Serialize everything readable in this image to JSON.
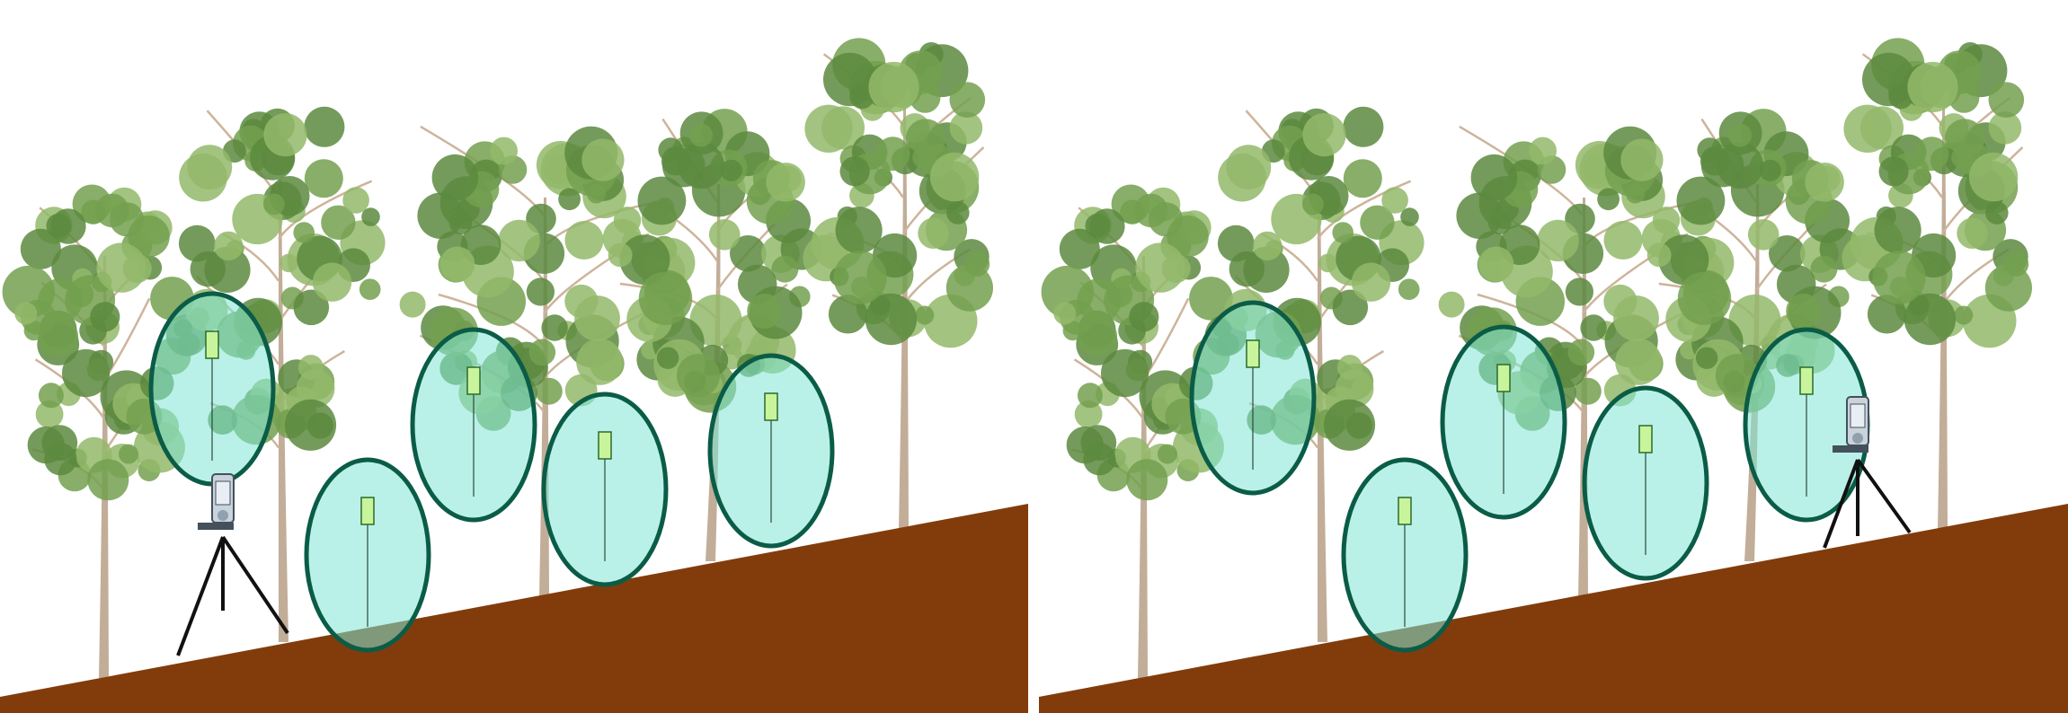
{
  "colors": {
    "background": "#ffffff",
    "ground": "#823c0c",
    "trunk": "#c2ad98",
    "branch": "#cdb49b",
    "foliage_dark": "#5c8a3e",
    "foliage_mid": "#73a04f",
    "foliage_light": "#93b86a",
    "ellipse_fill": "#7fe6d5",
    "ellipse_stroke": "#0b5c47",
    "target_fill": "#c8f59c",
    "target_stroke": "#2e6a2a",
    "tripod": "#111111",
    "scanner": "#c9d3dc",
    "scanner_dark": "#44505c"
  },
  "panels": [
    {
      "id": "left-panel",
      "scanner_position": "lower-left"
    },
    {
      "id": "right-panel",
      "scanner_position": "upper-right"
    }
  ]
}
